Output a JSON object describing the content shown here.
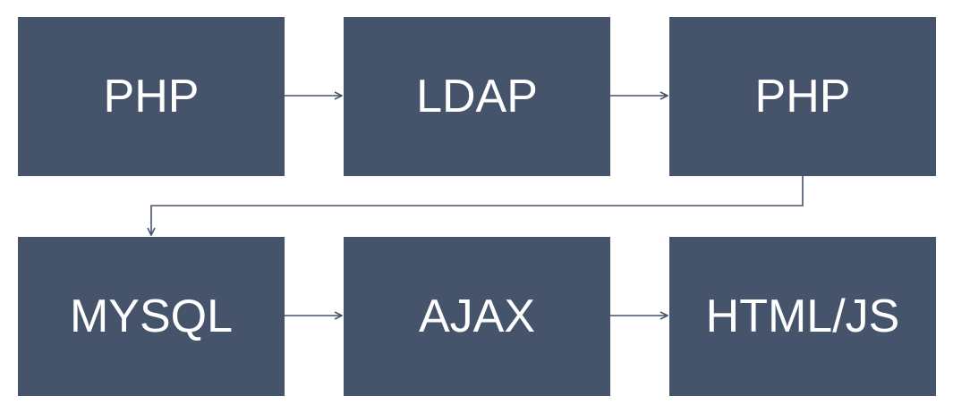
{
  "colors": {
    "box_fill": "#45546b",
    "box_text": "#ffffff",
    "connector": "#45546b",
    "background": "#ffffff"
  },
  "diagram": {
    "nodes": [
      {
        "id": "n1",
        "label": "PHP"
      },
      {
        "id": "n2",
        "label": "LDAP"
      },
      {
        "id": "n3",
        "label": "PHP"
      },
      {
        "id": "n4",
        "label": "MYSQL"
      },
      {
        "id": "n5",
        "label": "AJAX"
      },
      {
        "id": "n6",
        "label": "HTML/JS"
      }
    ],
    "edges": [
      {
        "from": "n1",
        "to": "n2"
      },
      {
        "from": "n2",
        "to": "n3"
      },
      {
        "from": "n3",
        "to": "n4"
      },
      {
        "from": "n4",
        "to": "n5"
      },
      {
        "from": "n5",
        "to": "n6"
      }
    ]
  }
}
